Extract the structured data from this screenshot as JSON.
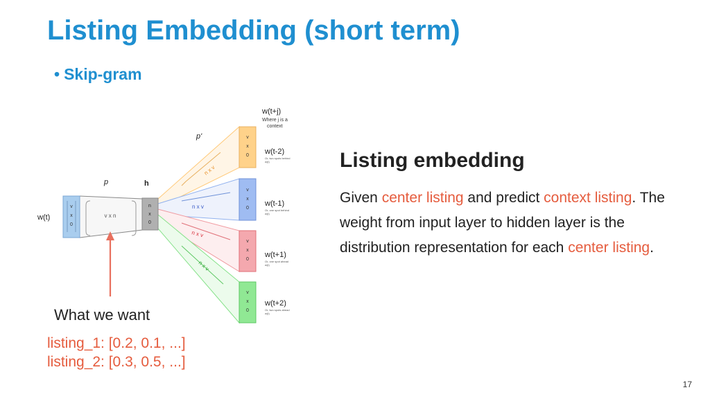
{
  "slide": {
    "title": "Listing Embedding (short term)",
    "bullet": "Skip-gram",
    "section_heading": "Listing embedding",
    "description": [
      {
        "text": "Given ",
        "highlight": false
      },
      {
        "text": "center listing",
        "highlight": true
      },
      {
        "text": " and predict ",
        "highlight": false
      },
      {
        "text": "context listing",
        "highlight": true
      },
      {
        "text": ". The weight from input layer to hidden layer is the distribution representation for each ",
        "highlight": false
      },
      {
        "text": "center listing",
        "highlight": true
      },
      {
        "text": ".",
        "highlight": false
      }
    ],
    "what_we_want": "What we want",
    "example_lines": [
      "listing_1: [0.2, 0.1, ...]",
      "listing_2: [0.3, 0.5, ...]"
    ],
    "page_number": "17"
  },
  "diagram": {
    "input_label": "w(t)",
    "p_label": "p",
    "h_label": "h",
    "p_prime_label": "p'",
    "vector_v": [
      "v",
      "x",
      "0"
    ],
    "vector_n": [
      "n",
      "x",
      "0"
    ],
    "weight_in": "v x n",
    "weight_out": "n x v",
    "context_header": "w(t+j)",
    "context_header_note": [
      "Where j is a",
      "context"
    ],
    "outputs": [
      {
        "label": "w(t-2)",
        "note": [
          "Or, two spots behind",
          "w(t)"
        ]
      },
      {
        "label": "w(t-1)",
        "note": [
          "Or, one spot behind",
          "w(t)"
        ]
      },
      {
        "label": "w(t+1)",
        "note": [
          "Or, one spot ahead",
          "w(t)"
        ]
      },
      {
        "label": "w(t+2)",
        "note": [
          "Or, two spots ahead",
          "w(t)"
        ]
      }
    ]
  },
  "colors": {
    "title": "#1f8fd0",
    "highlight": "#e55c3e",
    "input_box": "#a9cdee",
    "hidden_box": "#b0b0b0",
    "output_orange": "#ffc978",
    "output_blue": "#8fb0ee",
    "output_red": "#f09aa0",
    "output_green": "#86e28a",
    "arrow": "#e8705e"
  }
}
